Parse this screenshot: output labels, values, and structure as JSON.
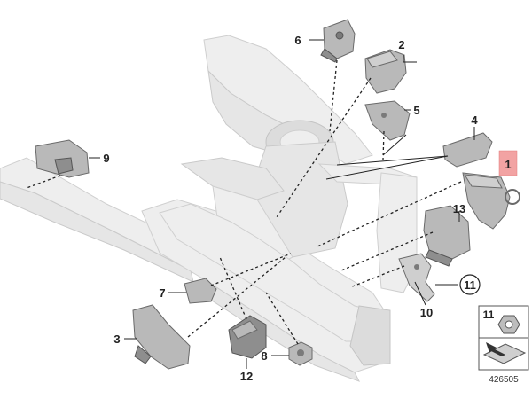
{
  "callouts": {
    "c1": "1",
    "c2": "2",
    "c3": "3",
    "c4": "4",
    "c5": "5",
    "c6": "6",
    "c7": "7",
    "c8": "8",
    "c9": "9",
    "c10": "10",
    "c11": "11",
    "c12": "12",
    "c13": "13"
  },
  "highlighted_callout": "1",
  "highlight_color": "#f2a3a3",
  "legend": {
    "item_number": "11",
    "symbol_icon": "flat-bracket-arrow-icon",
    "document_number": "426505"
  },
  "colors": {
    "body_panels": "#eeeeee",
    "parts": "#b9b9b9",
    "leader_lines": "#222222"
  }
}
